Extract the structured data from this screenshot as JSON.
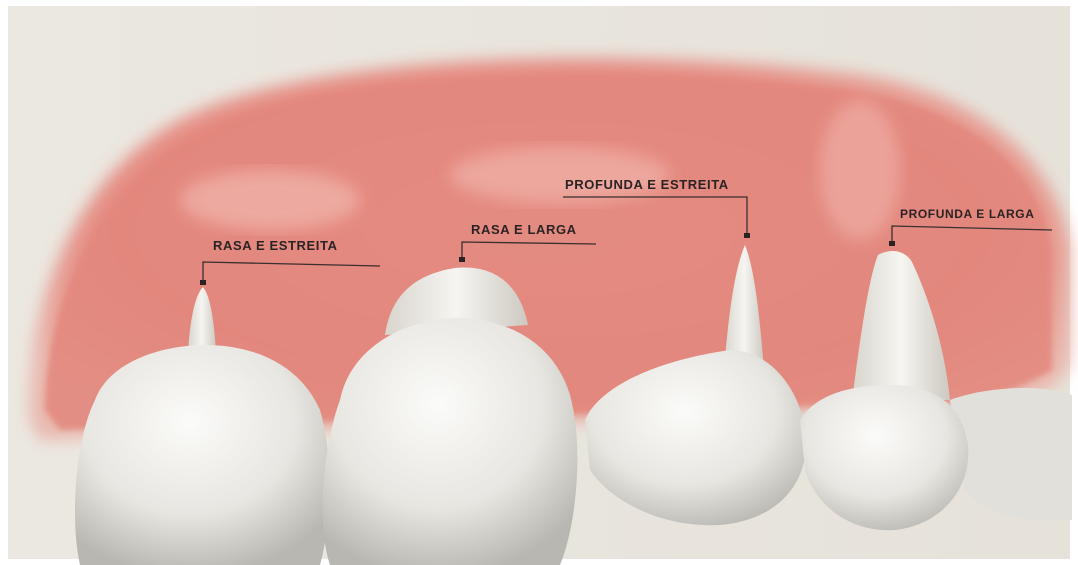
{
  "labels": {
    "shallow_narrow": "RASA E ESTREITA",
    "shallow_wide": "RASA E LARGA",
    "deep_narrow": "PROFUNDA E ESTREITA",
    "deep_wide": "PROFUNDA E LARGA"
  },
  "colors": {
    "gum": "#e58c82",
    "gum_light": "#f3c8c0",
    "tooth": "#ecebe6",
    "tooth_shadow": "#b9b7b1",
    "background": "#e9e6df",
    "label_text": "#2b2323"
  }
}
